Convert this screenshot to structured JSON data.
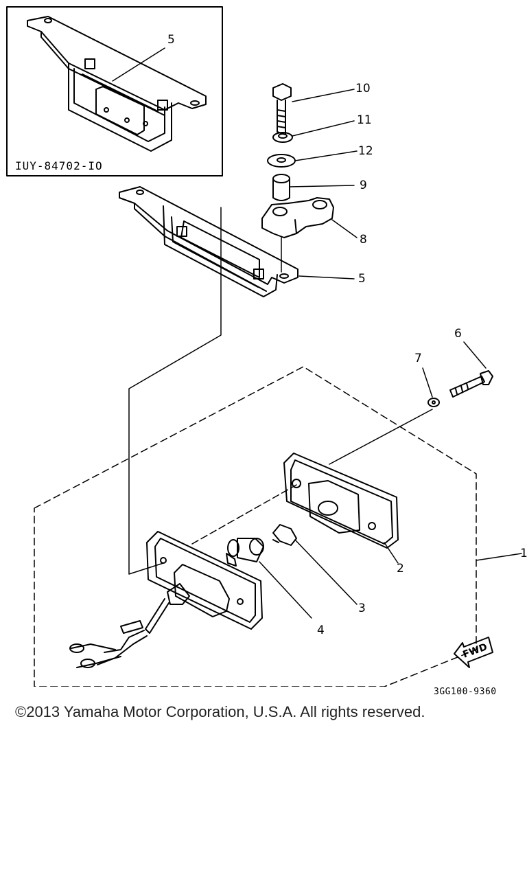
{
  "diagram": {
    "inset_code": "IUY-84702-IO",
    "reference_code": "3GG100-9360",
    "fwd_label": "FWD",
    "copyright": "©2013 Yamaha Motor Corporation, U.S.A. All rights reserved.",
    "callouts": {
      "inset_bracket": "5",
      "bolt_10": "10",
      "washer_11": "11",
      "washer_12": "12",
      "collar_9": "9",
      "stay_8": "8",
      "bracket_5": "5",
      "screw_6": "6",
      "washer_7": "7",
      "assembly_1": "1",
      "lens_2": "2",
      "bulb_3": "3",
      "socket_4": "4"
    }
  }
}
